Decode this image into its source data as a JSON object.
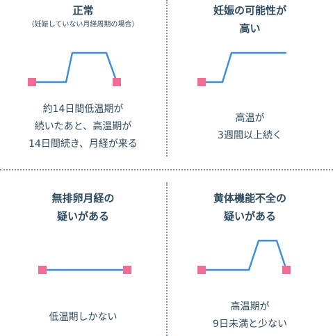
{
  "cells": [
    {
      "title_lines": [
        "正常"
      ],
      "subtitle": "（妊娠していない月経周期の場合）",
      "desc_lines": [
        "約14日間低温期が",
        "続いたあと、高温期が",
        "14日間続き、月経が来る"
      ]
    },
    {
      "title_lines": [
        "妊娠の可能性が",
        "高い"
      ],
      "subtitle": "",
      "desc_lines": [
        "高温が",
        "3週間以上続く"
      ]
    },
    {
      "title_lines": [
        "無排卵月経の",
        "疑いがある"
      ],
      "subtitle": "",
      "desc_lines": [
        "低温期しかない"
      ]
    },
    {
      "title_lines": [
        "黄体機能不全の",
        "疑いがある"
      ],
      "subtitle": "",
      "desc_lines": [
        "高温期が",
        "9日未満と少ない"
      ]
    }
  ],
  "colors": {
    "line": "#3e8fd6",
    "marker": "#f06e93",
    "text": "#2e4a5e",
    "divider": "#7b8fa3"
  }
}
